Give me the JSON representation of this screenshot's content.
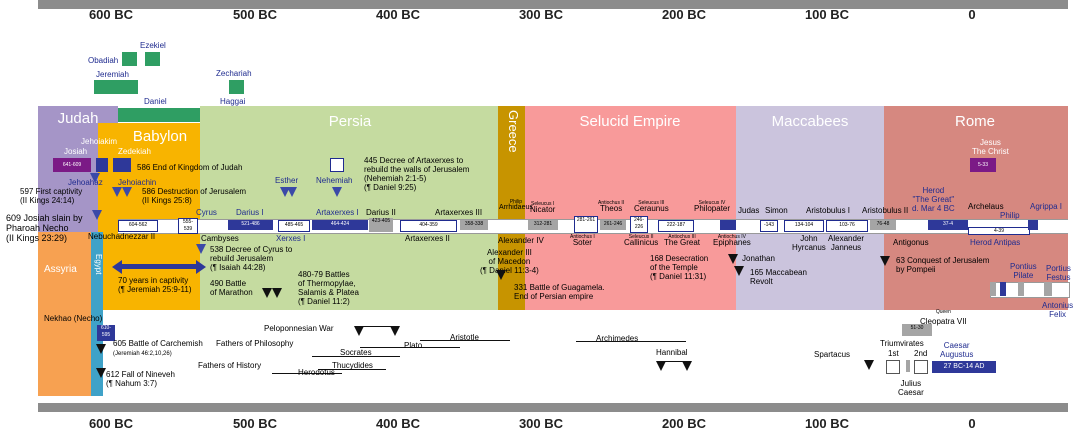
{
  "years": [
    "600 BC",
    "500 BC",
    "400 BC",
    "300 BC",
    "200 BC",
    "100 BC",
    "0"
  ],
  "colors": {
    "judah": "#a595c7",
    "babylon": "#f8b400",
    "persia": "#c5dba0",
    "greece": "#c79400",
    "selucid": "#f89a9a",
    "maccabees": "#cbc4dd",
    "rome": "#d68880",
    "assyria": "#f7a151",
    "egypt": "#3fa2c8",
    "rule": "#8c8c8c"
  },
  "regions": {
    "judah": "Judah",
    "babylon": "Babylon",
    "persia": "Persia",
    "greece": "Greece",
    "selucid": "Selucid Empire",
    "maccabees": "Maccabees",
    "rome": "Rome",
    "assyria": "Assyria",
    "egypt": "Egypt"
  },
  "prophets": {
    "ezekiel": "Ezekiel",
    "obadiah": "Obadiah",
    "jeremiah": "Jeremiah",
    "daniel": "Daniel",
    "zechariah": "Zechariah",
    "haggai": "Haggai"
  },
  "judah": {
    "josiah": "Josiah",
    "josiah_dates": "641-609",
    "jehoiakim": "Jehoiakim",
    "zedekiah": "Zedekiah",
    "jehoahaz": "Jehoahaz",
    "jehoiachin": "Jehoiachin",
    "e586end": "586 End of Kingdom of Judah",
    "e586dest": "586 Destruction of Jerusalem",
    "e586ref": "(II Kings 25:8)",
    "e597": "597 First captivity",
    "e597ref": "(II Kings 24:14)",
    "e609a": "609 Josiah slain by",
    "e609b": "Pharoah Necho",
    "e609c": "(II Kings 23:29)"
  },
  "persia": {
    "e445a": "445 Decree of Artaxerxes to",
    "e445b": "rebuild the walls of Jerusalem",
    "e445c": "(Nehemiah 2:1-5)",
    "e445d": "(¶ Daniel 9:25)",
    "nehemiah": "Nehemiah",
    "esther": "Esther",
    "cyrus": "Cyrus",
    "darius1": "Darius I",
    "artax1": "Artaxerxes I",
    "darius2": "Darius II",
    "artax3": "Artaxerxes III",
    "cambyses": "Cambyses",
    "xerxes": "Xerxes I",
    "artax2": "Artaxerxes II",
    "d604": "604-562",
    "d555": "555-539",
    "d521": "521-486",
    "d485": "485-465",
    "d464": "464-424",
    "d423": "423-405",
    "d404": "404-359",
    "d358": "358-338",
    "e538a": "538 Decree of Cyrus to",
    "e538b": "rebuild Jerusalem",
    "e538c": "(¶ Isaiah 44:28)",
    "e490a": "490 Battle",
    "e490b": "of Marathon",
    "e480a": "480-79 Battles",
    "e480b": "of Thermopylae,",
    "e480c": "Salamis & Platea",
    "e480d": "(¶ Daniel 11:2)",
    "captivity_a": "70 years in captivity",
    "captivity_b": "(¶ Jeremiah 25:9-11)",
    "nebuchadnezzar": "Nebuchadnezzar II"
  },
  "greece": {
    "philip": "Philip",
    "arrhidaeus": "Arrhidaeus",
    "alex4": "Alexander IV",
    "alex3a": "Alexander III",
    "alex3b": "of Macedon",
    "alex3c": "(¶ Daniel 11:3-4)",
    "e331a": "331 Battle of Guagamela.",
    "e331b": "End of Persian empire"
  },
  "selucid": {
    "seleucus1": "Seleucus I",
    "nicator": "Nicator",
    "antiochus1": "Antiochus I",
    "soter": "Soter",
    "antiochus2": "Antiochus II",
    "theos": "Theos",
    "seleucus2": "Seleucus II",
    "callinicus": "Callinicus",
    "seleucus3": "Seleucus III",
    "ceraunus": "Ceraunus",
    "antiochus3": "Antiochus III",
    "great": "The Great",
    "seleucus4": "Seleucus IV",
    "philopater": "Philopater",
    "antiochus4": "Antiochus IV",
    "epiphanes": "Epiphanes",
    "d312": "312-281",
    "d261": "261-246",
    "d281": "281-261",
    "d246": "246-226",
    "d222": "222-187",
    "e168a": "168 Desecration",
    "e168b": "of the Temple",
    "e168c": "(¶ Daniel 11:31)"
  },
  "maccabees": {
    "judas": "Judas",
    "simon": "Simon",
    "jonathan": "Jonathan",
    "aristobulus1": "Aristobulus I",
    "aristobulus2": "Aristobulus II",
    "john": "John",
    "hyrcanus": "Hyrcanus",
    "alexander": "Alexander",
    "janneus": "Janneus",
    "antigonus": "Antigonus",
    "d143": "-143",
    "d134": "134-104",
    "d103": "103-76",
    "d76": "76-48",
    "e165a": "165 Maccabean",
    "e165b": "Revolt"
  },
  "rome": {
    "jesus": "Jesus",
    "christ": "The Christ",
    "jesus_dates": "5-33",
    "herod_a": "Herod",
    "herod_b": "\"The Great\"",
    "herod_c": "d. Mar 4 BC",
    "archelaus": "Archelaus",
    "philip": "Philip",
    "agrippa": "Agrippa I",
    "antipas": "Herod Antipas",
    "d37": "37-4",
    "d4": "4-39",
    "e63a": "63 Conquest of Jerusalem",
    "e63b": "by Pompeii",
    "pontius": "Pontius",
    "pilate": "Pilate",
    "portius": "Portius",
    "festus": "Festus",
    "antonius": "Antonius",
    "felix": "Felix"
  },
  "lower": {
    "nekhao": "Nekhao (Necho)",
    "nekhao_dates": "610-595",
    "e605a": "605 Battle of Carchemish",
    "e605b": "(Jeremiah 46:2,10,26)",
    "e612a": "612 Fall of Nineveh",
    "e612b": "(¶ Nahum 3:7)",
    "pelop": "Peloponnesian War",
    "philosophy": "Fathers of Philosophy",
    "history": "Fathers of History",
    "socrates": "Socrates",
    "thucydides": "Thucydides",
    "herodotus": "Herodotus",
    "plato": "Plato",
    "aristotle": "Aristotle",
    "archimedes": "Archimedes",
    "hannibal": "Hannibal",
    "spartacus": "Spartacus",
    "cleo_a": "Queen",
    "cleo_b": "Cleopatra VII",
    "cleo_dates": "51-30",
    "triumvirates": "Triumvirates",
    "first": "1st",
    "second": "2nd",
    "julius": "Julius",
    "caesar": "Caesar",
    "augustus_a": "Caesar",
    "augustus_b": "Augustus",
    "augustus_dates": "27 BC-14 AD"
  }
}
